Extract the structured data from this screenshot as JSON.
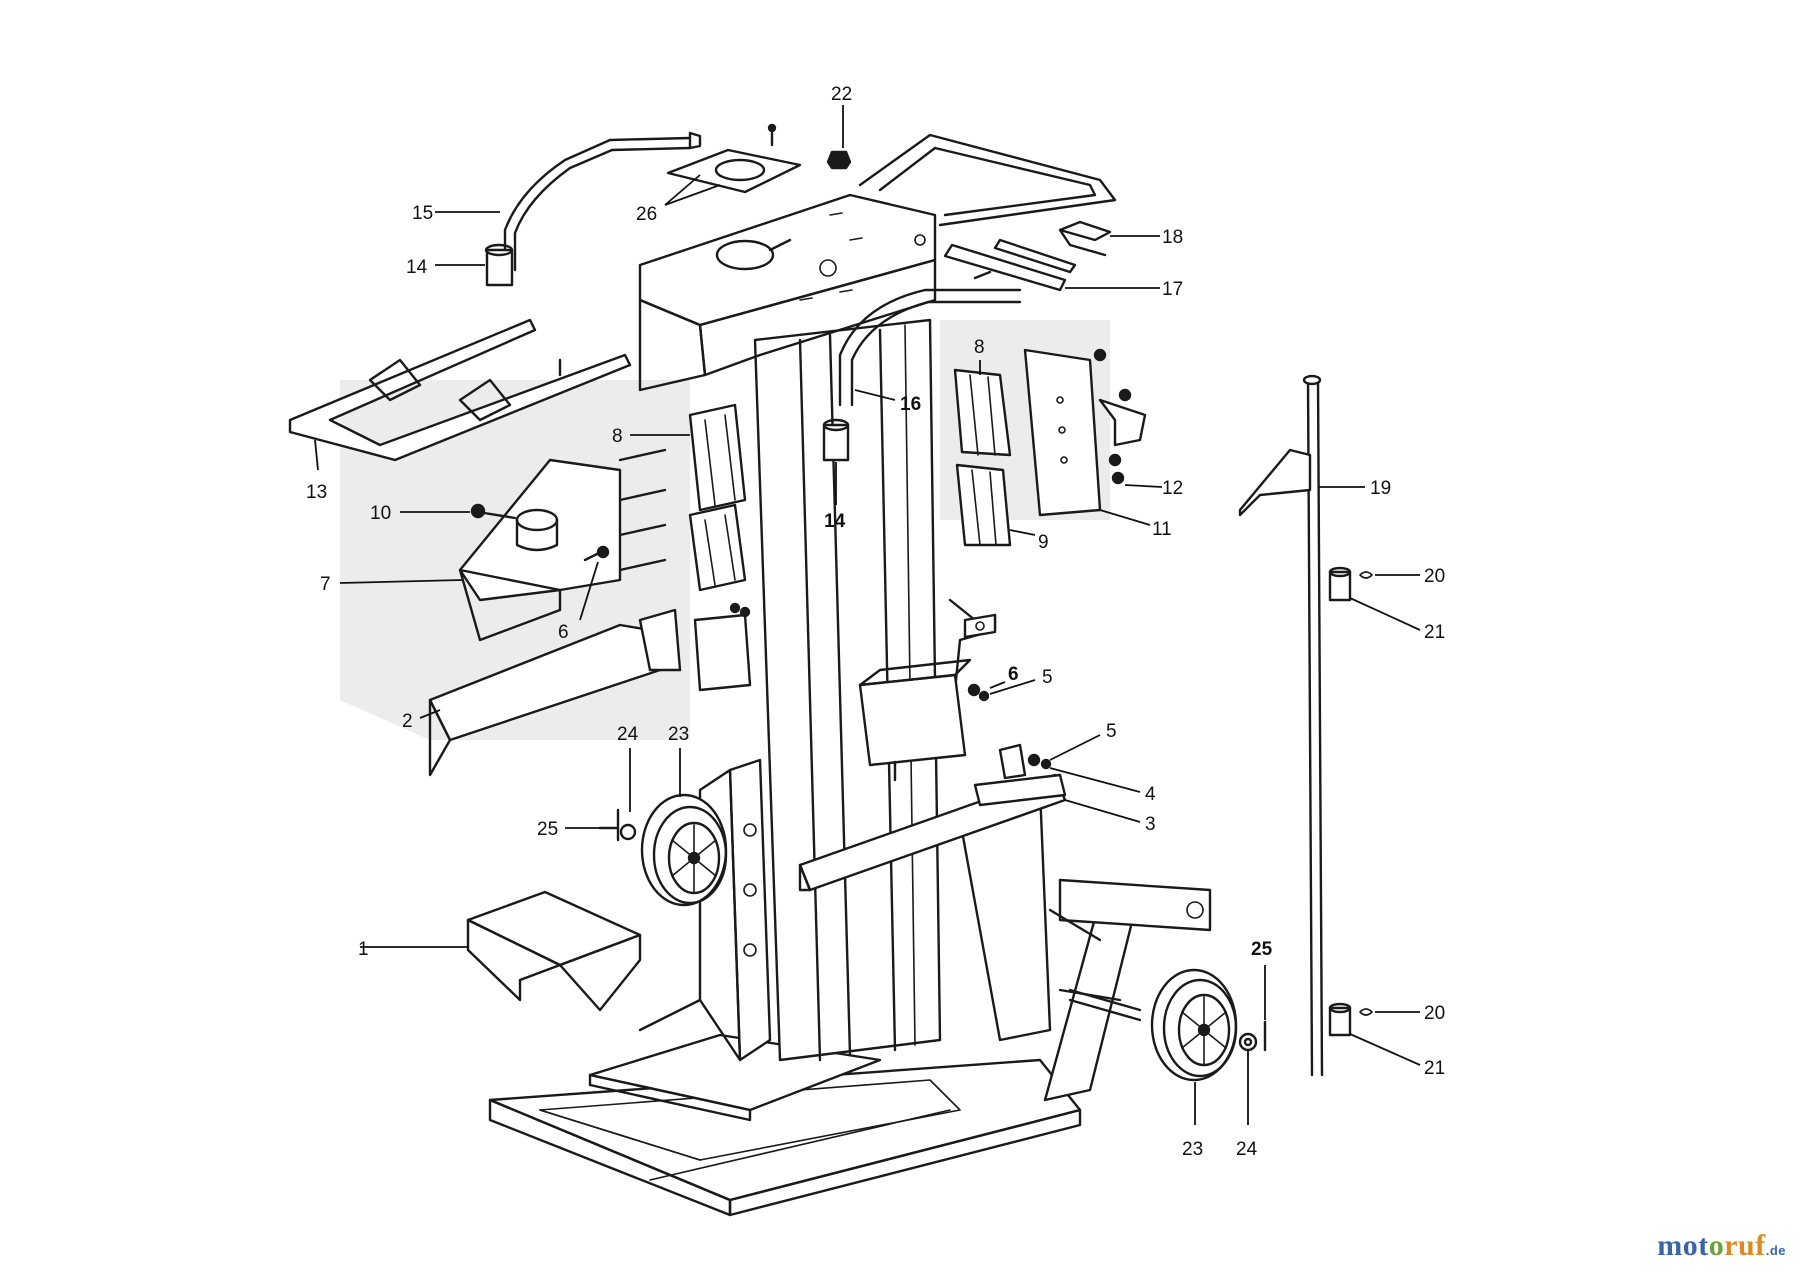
{
  "labels": [
    "1",
    "2",
    "3",
    "4",
    "5",
    "5",
    "6",
    "6",
    "7",
    "8",
    "8",
    "9",
    "10",
    "11",
    "12",
    "13",
    "14",
    "14",
    "15",
    "16",
    "17",
    "18",
    "19",
    "20",
    "20",
    "21",
    "21",
    "22",
    "23",
    "23",
    "24",
    "24",
    "25",
    "25",
    "26"
  ],
  "watermark": {
    "part1": "mot",
    "part2": "o",
    "part3": "ruf",
    "tld": ".de"
  },
  "colors": {
    "line": "#1a1a1a",
    "background": "#ffffff",
    "brand_blue": "#3b64a6",
    "brand_green": "#6aa23a",
    "brand_orange": "#d98c1f"
  }
}
